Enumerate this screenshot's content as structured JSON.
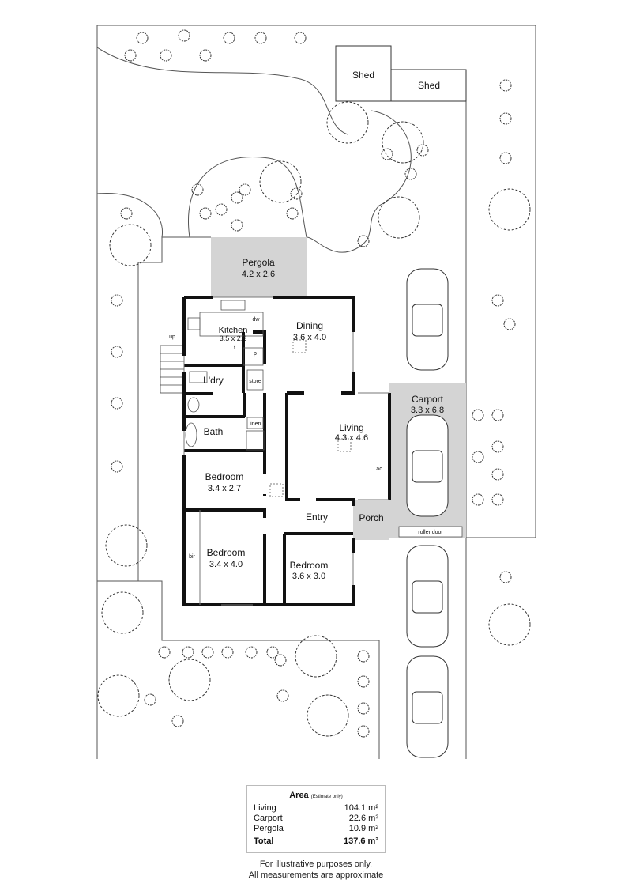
{
  "rooms": {
    "shed1": "Shed",
    "shed2": "Shed",
    "pergola": {
      "name": "Pergola",
      "dims": "4.2 x 2.6"
    },
    "kitchen": {
      "name": "Kitchen",
      "dims": "3.5 x 2.3"
    },
    "dining": {
      "name": "Dining",
      "dims": "3.6 x 4.0"
    },
    "laundry": "L'dry",
    "store": "store",
    "pantry": "p",
    "linen": "linen",
    "bath": "Bath",
    "living": {
      "name": "Living",
      "dims": "4.3 x 4.6"
    },
    "carport": {
      "name": "Carport",
      "dims": "3.3 x 6.8"
    },
    "bedroom1": {
      "name": "Bedroom",
      "dims": "3.4 x 2.7"
    },
    "bedroom2": {
      "name": "Bedroom",
      "dims": "3.4 x 4.0"
    },
    "bedroom3": {
      "name": "Bedroom",
      "dims": "3.6 x 3.0"
    },
    "entry": "Entry",
    "porch": "Porch"
  },
  "annotations": {
    "up": "up",
    "dw": "dw",
    "fridge": "f",
    "bir": "bir",
    "ac": "ac",
    "roller_door": "roller door"
  },
  "area": {
    "title": "Area",
    "subtitle": "(Estimate only)",
    "rows": [
      {
        "label": "Living",
        "value": "104.1 m²"
      },
      {
        "label": "Carport",
        "value": "22.6 m²"
      },
      {
        "label": "Pergola",
        "value": "10.9 m²"
      }
    ],
    "total": {
      "label": "Total",
      "value": "137.6 m²"
    }
  },
  "disclaimer": {
    "line1": "For illustrative purposes only.",
    "line2": "All measurements are approximate"
  },
  "colors": {
    "wall": "#111111",
    "shade": "#d4d4d4",
    "line": "#333333"
  }
}
